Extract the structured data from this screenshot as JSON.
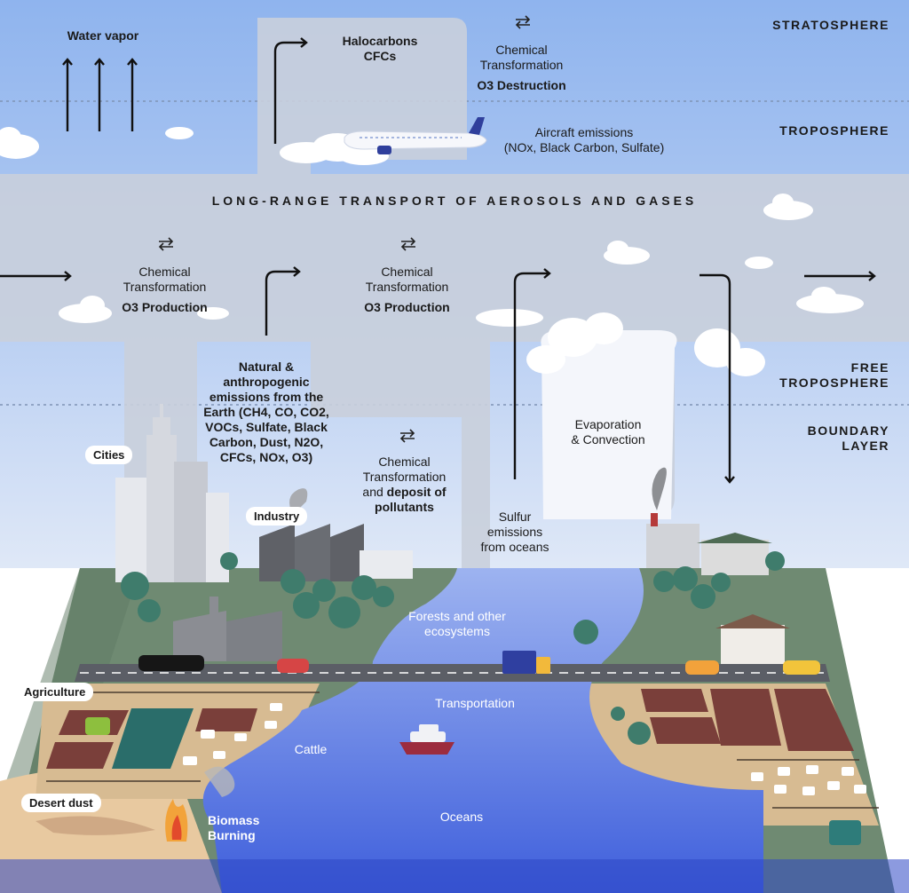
{
  "layers": {
    "stratosphere": "STRATOSPHERE",
    "troposphere": "TROPOSPHERE",
    "free_troposphere_1": "FREE",
    "free_troposphere_2": "TROPOSPHERE",
    "boundary_layer_1": "BOUNDARY",
    "boundary_layer_2": "LAYER"
  },
  "banner": "LONG-RANGE TRANSPORT OF AEROSOLS AND GASES",
  "upper": {
    "water_vapor": "Water vapor",
    "halocarbons_1": "Halocarbons",
    "halocarbons_2": "CFCs",
    "chem_top_1": "Chemical",
    "chem_top_2": "Transformation",
    "chem_top_3": "O3 Destruction",
    "aircraft_1": "Aircraft emissions",
    "aircraft_2": "(NOx, Black Carbon, Sulfate)"
  },
  "middle": {
    "chem_left_1": "Chemical",
    "chem_left_2": "Transformation",
    "chem_left_3": "O3 Production",
    "chem_mid_1": "Chemical",
    "chem_mid_2": "Transformation",
    "chem_mid_3": "O3 Production"
  },
  "lower": {
    "natural_lines": [
      "Natural &",
      "anthropogenic",
      "emissions from the",
      "Earth (CH4, CO, CO2,",
      "VOCs, Sulfate, Black",
      "Carbon, Dust, N2O,",
      "CFCs, NOx, O3)"
    ],
    "deposit_1": "Chemical",
    "deposit_2": "Transformation",
    "deposit_3a": "and ",
    "deposit_3b": "deposit of",
    "deposit_4": "pollutants",
    "sulfur_1": "Sulfur",
    "sulfur_2": "emissions",
    "sulfur_3": "from oceans",
    "evap_1": "Evaporation",
    "evap_2": "& Convection"
  },
  "ground": {
    "cities": "Cities",
    "industry": "Industry",
    "agriculture": "Agriculture",
    "desert_dust": "Desert dust",
    "forests_1": "Forests and other",
    "forests_2": "ecosystems",
    "transportation": "Transportation",
    "cattle": "Cattle",
    "biomass_1": "Biomass",
    "biomass_2": "Burning",
    "oceans": "Oceans"
  },
  "colors": {
    "sky_top": "#8fb4ee",
    "sky_bottom": "#d8e4f7",
    "channel": "#c9cfdb",
    "land": "#6f8a72",
    "water": "#5b78e6",
    "desert": "#e8c9a0"
  }
}
